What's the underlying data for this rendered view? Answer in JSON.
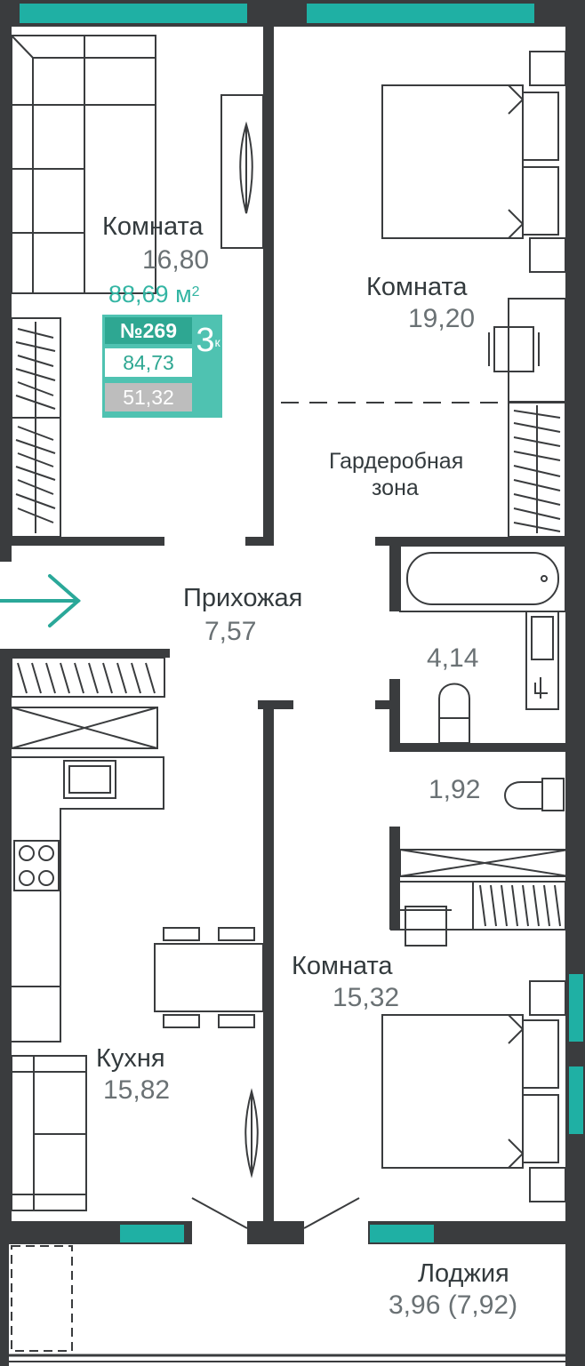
{
  "apartment": {
    "total_area": "88,69 м",
    "total_area_sup": "2",
    "number": "№269",
    "living_area": "84,73",
    "kitchen_area": "51,32",
    "rooms": "3",
    "rooms_sup": "к"
  },
  "rooms": {
    "room_top_left": {
      "name": "Комната",
      "area": "16,80"
    },
    "room_top_right": {
      "name": "Комната",
      "area": "19,20"
    },
    "wardrobe": {
      "name_line1": "Гардеробная",
      "name_line2": "зона"
    },
    "hallway": {
      "name": "Прихожая",
      "area": "7,57"
    },
    "bathroom": {
      "area": "4,14"
    },
    "toilet": {
      "area": "1,92"
    },
    "room_bottom_right": {
      "name": "Комната",
      "area": "15,32"
    },
    "kitchen": {
      "name": "Кухня",
      "area": "15,82"
    },
    "loggia": {
      "name": "Лоджия",
      "area": "3,96 (7,92)"
    }
  },
  "colors": {
    "wall": "#3a3c3e",
    "window": "#1fb0a4",
    "accent": "#33b5a3",
    "furniture_stroke": "#3a3c3e"
  }
}
